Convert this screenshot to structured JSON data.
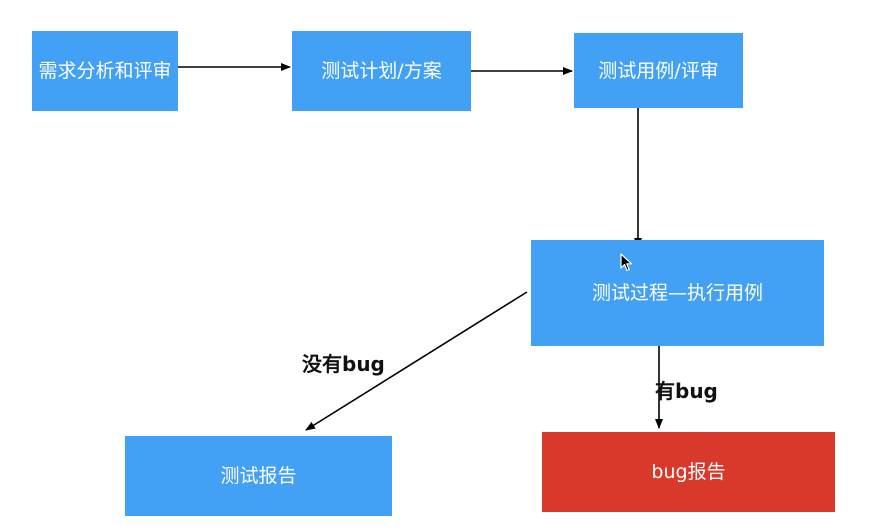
{
  "flow": {
    "nodes": {
      "requirements": "需求分析和评审",
      "plan": "测试计划/方案",
      "cases": "测试用例/评审",
      "execution": "测试过程—执行用例",
      "report": "测试报告",
      "bug_report": "bug报告"
    },
    "edges": {
      "no_bug": "没有bug",
      "has_bug": "有bug"
    },
    "colors": {
      "node": "#42A0F5",
      "bug_node": "#D8392A",
      "arrow": "#000000"
    }
  }
}
